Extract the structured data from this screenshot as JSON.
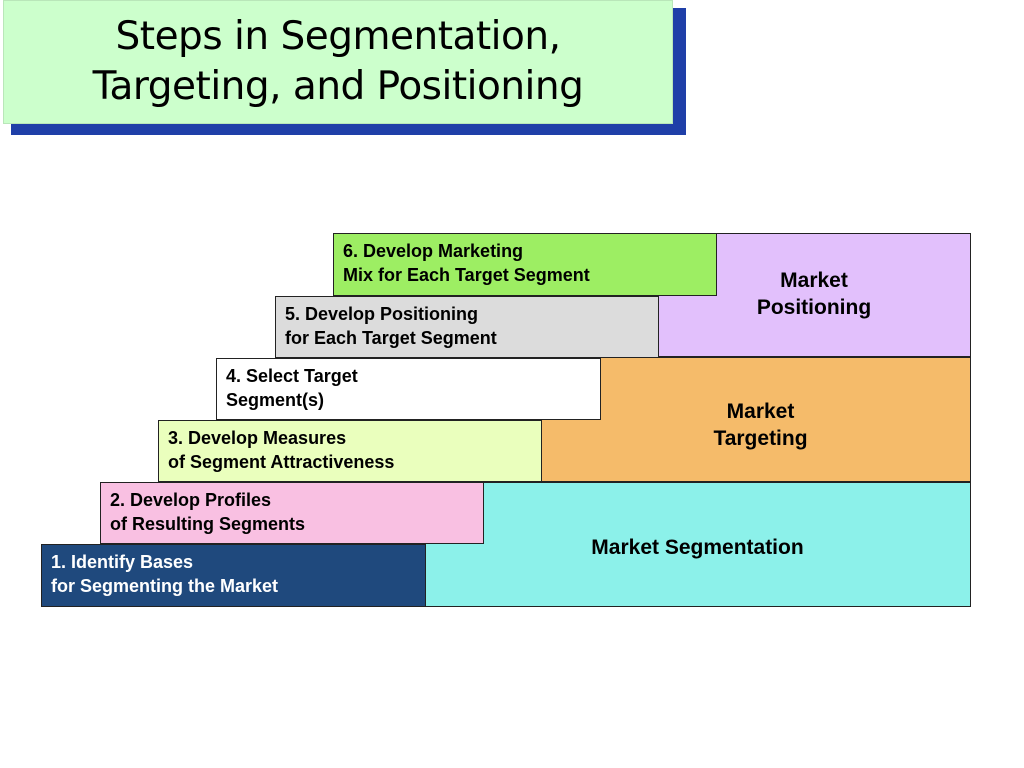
{
  "title": {
    "line1": "Steps in Segmentation,",
    "line2": "Targeting, and Positioning"
  },
  "regions": {
    "positioning": {
      "line1": "Market",
      "line2": "Positioning"
    },
    "targeting": {
      "line1": "Market",
      "line2": "Targeting"
    },
    "segmentation": {
      "line1": "Market Segmentation"
    }
  },
  "steps": [
    {
      "line1": "1.  Identify Bases",
      "line2": "for Segmenting the Market",
      "color": "#1f497d"
    },
    {
      "line1": "2.  Develop Profiles",
      "line2": "of Resulting Segments",
      "color": "#f9c0e2"
    },
    {
      "line1": "3.  Develop Measures",
      "line2": "of Segment Attractiveness",
      "color": "#eaffbd"
    },
    {
      "line1": "4.  Select Target",
      "line2": "Segment(s)",
      "color": "#ffffff"
    },
    {
      "line1": "5.  Develop Positioning",
      "line2": "for Each Target Segment",
      "color": "#dcdcdc"
    },
    {
      "line1": "6.  Develop Marketing",
      "line2": "Mix for Each Target Segment",
      "color": "#9dee63"
    }
  ],
  "colors": {
    "positioning": "#e2c0fc",
    "targeting": "#f5bb6a",
    "segmentation": "#8cf1ea",
    "title_bg": "#ccffcc",
    "title_shadow": "#1f3fa8"
  }
}
